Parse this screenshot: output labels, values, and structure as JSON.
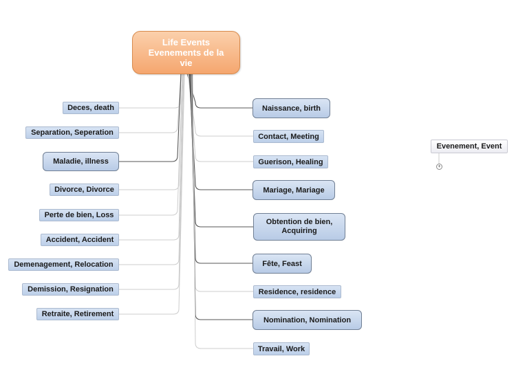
{
  "central_topic": {
    "lines": [
      "Life Events",
      "Evenements de la",
      "vie"
    ]
  },
  "left_topics": [
    {
      "label": "Deces, death"
    },
    {
      "label": "Separation, Seperation"
    },
    {
      "label": "Maladie, illness"
    },
    {
      "label": "Divorce, Divorce"
    },
    {
      "label": "Perte de bien, Loss"
    },
    {
      "label": "Accident, Accident"
    },
    {
      "label": "Demenagement, Relocation"
    },
    {
      "label": "Demission, Resignation"
    },
    {
      "label": "Retraite, Retirement"
    }
  ],
  "right_topics": [
    {
      "label": "Naissance, birth"
    },
    {
      "label": "Contact, Meeting"
    },
    {
      "label": "Guerison, Healing"
    },
    {
      "label": "Mariage, Mariage"
    },
    {
      "label": "Obtention de bien, Acquiring"
    },
    {
      "label": "Fête, Feast"
    },
    {
      "label": "Residence, residence"
    },
    {
      "label": "Nomination, Nomination"
    },
    {
      "label": "Travail, Work"
    }
  ],
  "floating_topic": {
    "label": "Evenement, Event",
    "expander_glyph": "+"
  },
  "colors": {
    "central_fill": "#f5a66f",
    "topic_fill": "#c7d7ee",
    "connector_light": "#cccccc",
    "connector_dark": "#555555"
  }
}
